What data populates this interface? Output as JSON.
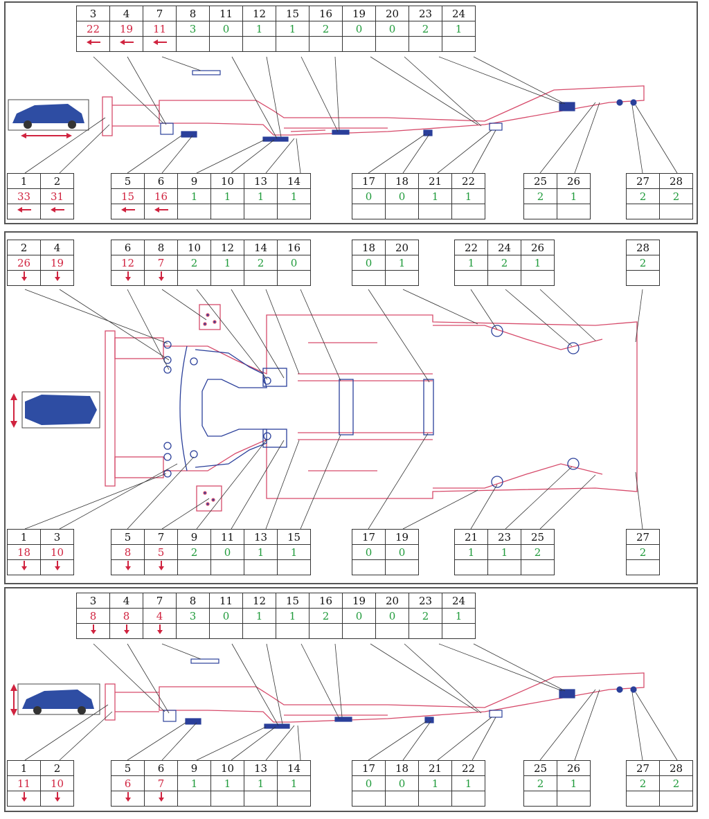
{
  "colors": {
    "deviation": "#d0233f",
    "ok": "#1f9a3a",
    "frame_outline": "#d64a6a",
    "subframe_outline": "#2a3f9a"
  },
  "panels": [
    {
      "view": "side",
      "car_icon": "car-side-icon",
      "direction_icon": "horizontal-double-arrow-icon",
      "tables": [
        {
          "nums": [
            "3",
            "4",
            "7",
            "8",
            "11",
            "12",
            "15",
            "16",
            "19",
            "20",
            "23",
            "24"
          ],
          "vals": [
            "22",
            "19",
            "11",
            "3",
            "0",
            "1",
            "1",
            "2",
            "0",
            "0",
            "2",
            "1"
          ],
          "arrows": [
            "left",
            "left",
            "left",
            "",
            "",
            "",
            "",
            "",
            "",
            "",
            "",
            ""
          ]
        },
        {
          "nums": [
            "1",
            "2"
          ],
          "vals": [
            "33",
            "31"
          ],
          "arrows": [
            "left",
            "left"
          ]
        },
        {
          "nums": [
            "5",
            "6",
            "9",
            "10",
            "13",
            "14"
          ],
          "vals": [
            "15",
            "16",
            "1",
            "1",
            "1",
            "1"
          ],
          "arrows": [
            "left",
            "left",
            "",
            "",
            "",
            ""
          ]
        },
        {
          "nums": [
            "17",
            "18",
            "21",
            "22"
          ],
          "vals": [
            "0",
            "0",
            "1",
            "1"
          ],
          "arrows": [
            "",
            "",
            "",
            ""
          ]
        },
        {
          "nums": [
            "25",
            "26"
          ],
          "vals": [
            "2",
            "1"
          ],
          "arrows": [
            "",
            ""
          ]
        },
        {
          "nums": [
            "27",
            "28"
          ],
          "vals": [
            "2",
            "2"
          ],
          "arrows": [
            "",
            ""
          ]
        }
      ]
    },
    {
      "view": "top",
      "car_icon": "car-top-icon",
      "direction_icon": "vertical-double-arrow-icon",
      "tables": [
        {
          "nums": [
            "2",
            "4"
          ],
          "vals": [
            "26",
            "19"
          ],
          "arrows": [
            "down",
            "down"
          ]
        },
        {
          "nums": [
            "6",
            "8",
            "10",
            "12",
            "14",
            "16"
          ],
          "vals": [
            "12",
            "7",
            "2",
            "1",
            "2",
            "0"
          ],
          "arrows": [
            "down",
            "down",
            "",
            "",
            "",
            ""
          ]
        },
        {
          "nums": [
            "18",
            "20"
          ],
          "vals": [
            "0",
            "1"
          ],
          "arrows": [
            "",
            ""
          ]
        },
        {
          "nums": [
            "22",
            "24",
            "26"
          ],
          "vals": [
            "1",
            "2",
            "1"
          ],
          "arrows": [
            "",
            "",
            ""
          ]
        },
        {
          "nums": [
            "28"
          ],
          "vals": [
            "2"
          ],
          "arrows": [
            ""
          ]
        },
        {
          "nums": [
            "1",
            "3"
          ],
          "vals": [
            "18",
            "10"
          ],
          "arrows": [
            "down",
            "down"
          ]
        },
        {
          "nums": [
            "5",
            "7",
            "9",
            "11",
            "13",
            "15"
          ],
          "vals": [
            "8",
            "5",
            "2",
            "0",
            "1",
            "1"
          ],
          "arrows": [
            "down",
            "down",
            "",
            "",
            "",
            ""
          ]
        },
        {
          "nums": [
            "17",
            "19"
          ],
          "vals": [
            "0",
            "0"
          ],
          "arrows": [
            "",
            ""
          ]
        },
        {
          "nums": [
            "21",
            "23",
            "25"
          ],
          "vals": [
            "1",
            "1",
            "2"
          ],
          "arrows": [
            "",
            "",
            ""
          ]
        },
        {
          "nums": [
            "27"
          ],
          "vals": [
            "2"
          ],
          "arrows": [
            ""
          ]
        }
      ]
    },
    {
      "view": "side",
      "car_icon": "car-side-icon",
      "direction_icon": "vertical-double-arrow-icon",
      "tables": [
        {
          "nums": [
            "3",
            "4",
            "7",
            "8",
            "11",
            "12",
            "15",
            "16",
            "19",
            "20",
            "23",
            "24"
          ],
          "vals": [
            "8",
            "8",
            "4",
            "3",
            "0",
            "1",
            "1",
            "2",
            "0",
            "0",
            "2",
            "1"
          ],
          "arrows": [
            "down",
            "down",
            "down",
            "",
            "",
            "",
            "",
            "",
            "",
            "",
            "",
            ""
          ]
        },
        {
          "nums": [
            "1",
            "2"
          ],
          "vals": [
            "11",
            "10"
          ],
          "arrows": [
            "down",
            "down"
          ]
        },
        {
          "nums": [
            "5",
            "6",
            "9",
            "10",
            "13",
            "14"
          ],
          "vals": [
            "6",
            "7",
            "1",
            "1",
            "1",
            "1"
          ],
          "arrows": [
            "down",
            "down",
            "",
            "",
            "",
            ""
          ]
        },
        {
          "nums": [
            "17",
            "18",
            "21",
            "22"
          ],
          "vals": [
            "0",
            "0",
            "1",
            "1"
          ],
          "arrows": [
            "",
            "",
            "",
            ""
          ]
        },
        {
          "nums": [
            "25",
            "26"
          ],
          "vals": [
            "2",
            "1"
          ],
          "arrows": [
            "",
            ""
          ]
        },
        {
          "nums": [
            "27",
            "28"
          ],
          "vals": [
            "2",
            "2"
          ],
          "arrows": [
            "",
            ""
          ]
        }
      ]
    }
  ]
}
